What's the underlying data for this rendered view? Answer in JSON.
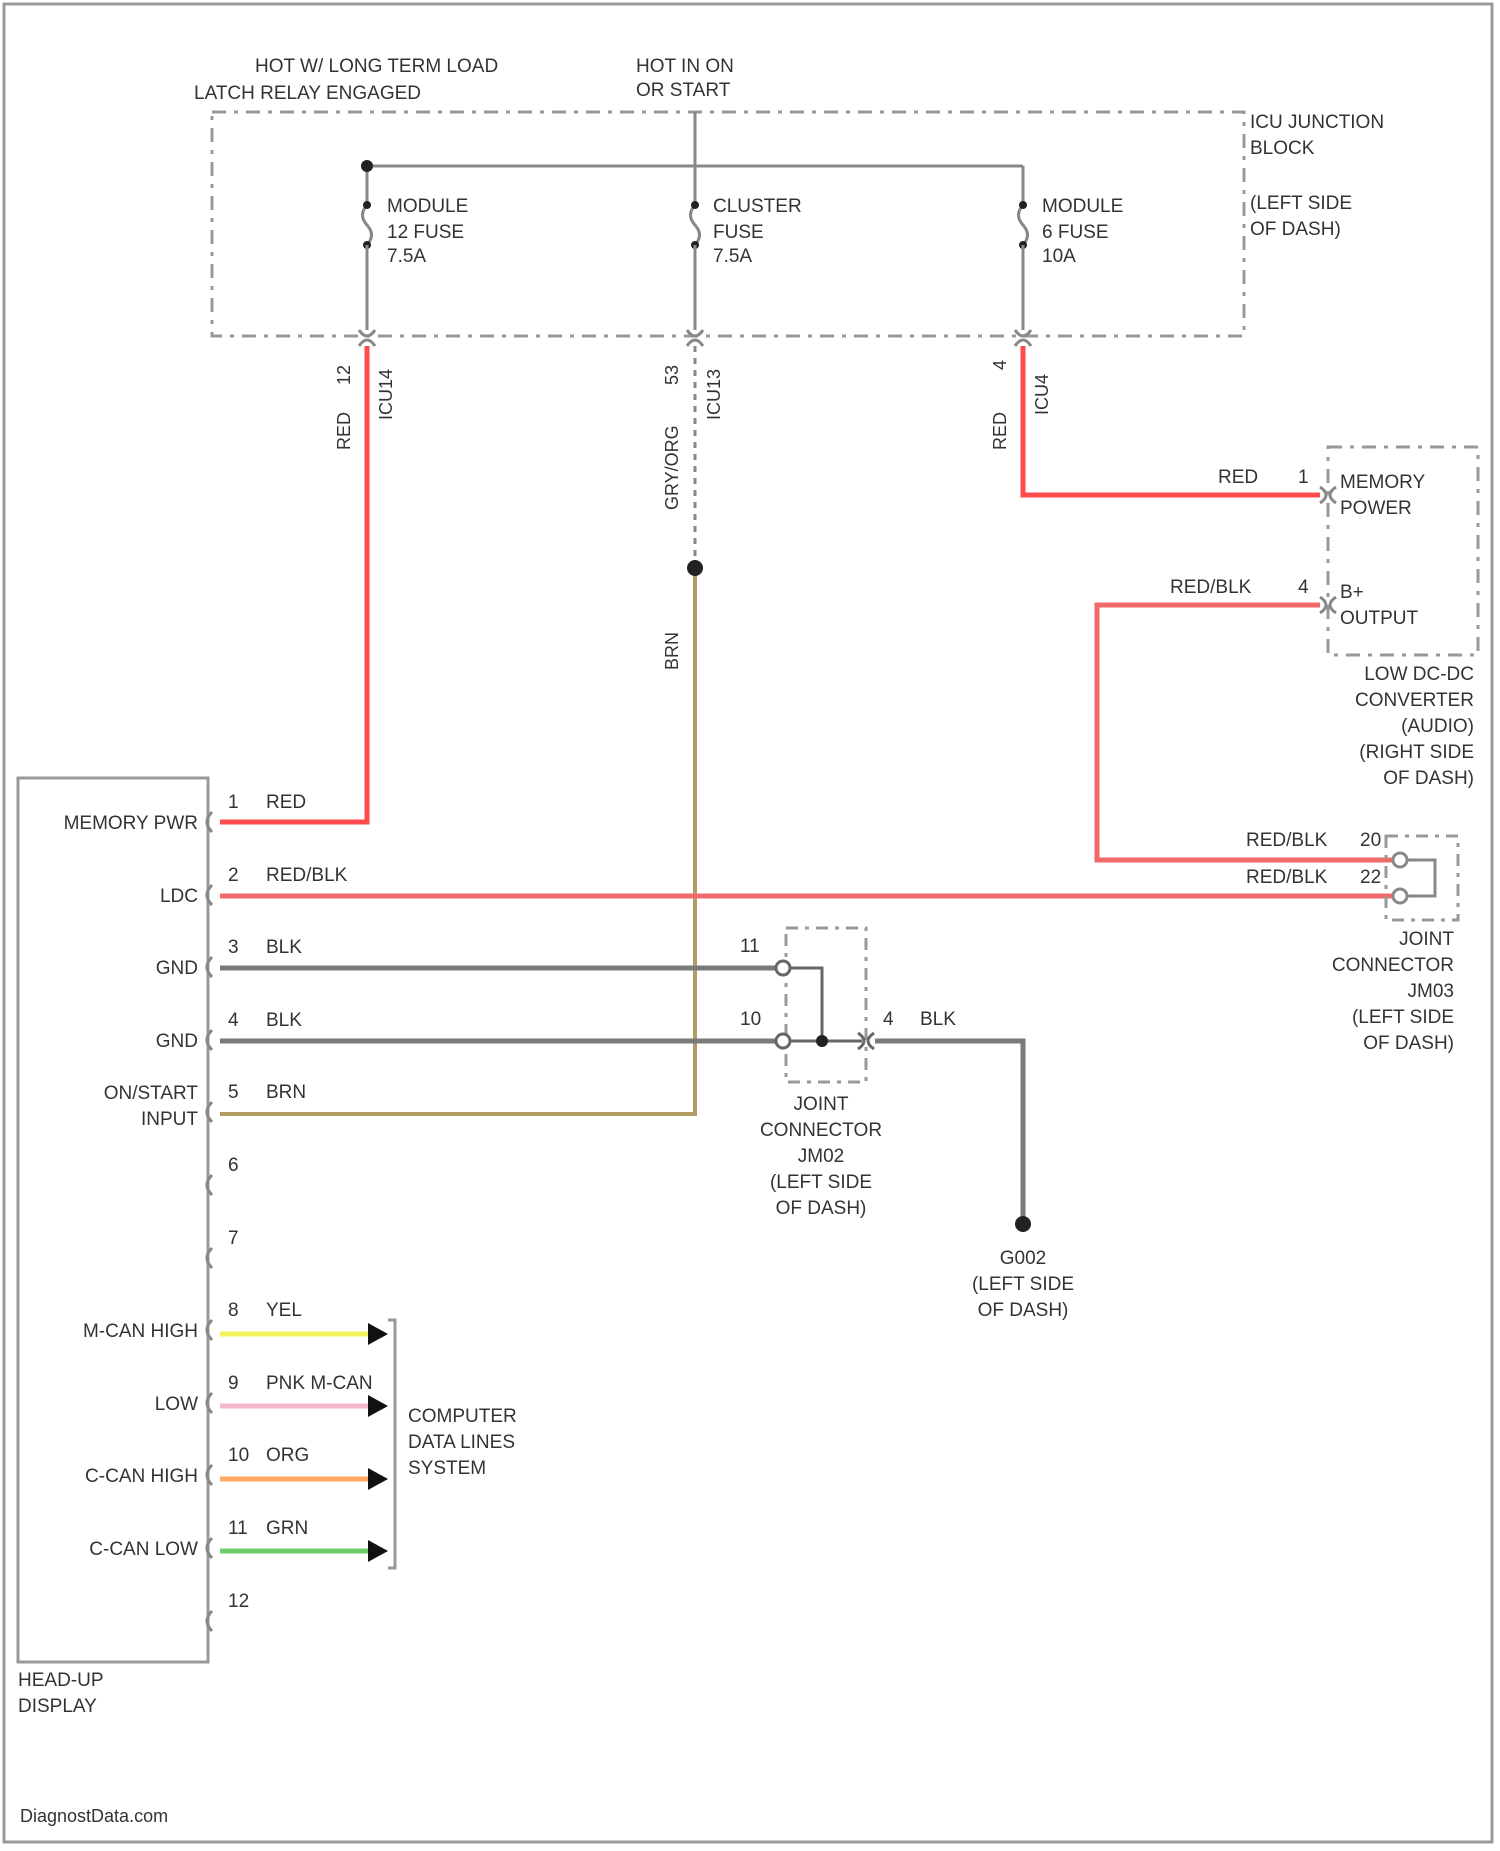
{
  "colors": {
    "red": "#ff4b4b",
    "red_blk": "#f06a6a",
    "blk": "#7a7a7a",
    "brn": "#b29c63",
    "yel": "#f3f35b",
    "pnk": "#f4b6c8",
    "org": "#ffaa60",
    "grn": "#6ccc6c",
    "box": "#888888",
    "text": "#333333"
  },
  "header": {
    "feed_left": [
      "HOT W/ LONG TERM LOAD",
      "LATCH RELAY ENGAGED"
    ],
    "feed_mid": [
      "HOT IN ON",
      "OR START"
    ]
  },
  "junction_block": {
    "title": [
      "ICU JUNCTION",
      "BLOCK"
    ],
    "location": [
      "(LEFT SIDE",
      "OF DASH)"
    ],
    "fuses": [
      {
        "lines": [
          "MODULE",
          "12 FUSE",
          "7.5A"
        ]
      },
      {
        "lines": [
          "CLUSTER",
          "FUSE",
          "7.5A"
        ]
      },
      {
        "lines": [
          "MODULE",
          "6 FUSE",
          "10A"
        ]
      }
    ],
    "outputs": [
      {
        "pin": "12",
        "connector": "ICU14",
        "wire": "RED"
      },
      {
        "pin": "53",
        "connector": "ICU13",
        "wire": "GRY/ORG"
      },
      {
        "pin": "4",
        "connector": "ICU4",
        "wire": "RED"
      }
    ]
  },
  "brn_label": "BRN",
  "converter": {
    "pins": [
      {
        "wire": "RED",
        "pin": "1",
        "lines": [
          "MEMORY",
          "POWER"
        ]
      },
      {
        "wire": "RED/BLK",
        "pin": "4",
        "lines": [
          "B+",
          "OUTPUT"
        ]
      }
    ],
    "name": [
      "LOW DC-DC",
      "CONVERTER",
      "(AUDIO)",
      "(RIGHT SIDE",
      "OF DASH)"
    ]
  },
  "joint_right": {
    "pins": [
      {
        "wire": "RED/BLK",
        "pin": "20"
      },
      {
        "wire": "RED/BLK",
        "pin": "22"
      }
    ],
    "name": [
      "JOINT",
      "CONNECTOR",
      "JM03",
      "(LEFT SIDE",
      "OF DASH)"
    ]
  },
  "joint_mid": {
    "pins": [
      {
        "pin": "11"
      },
      {
        "pin": "10"
      },
      {
        "pin": "4",
        "wire": "BLK"
      }
    ],
    "name": [
      "JOINT",
      "CONNECTOR",
      "JM02",
      "(LEFT SIDE",
      "OF DASH)"
    ]
  },
  "ground": {
    "name": [
      "G002",
      "(LEFT SIDE",
      "OF DASH)"
    ]
  },
  "hud": {
    "name": [
      "HEAD-UP",
      "DISPLAY"
    ],
    "pins": [
      {
        "num": "1",
        "label": [
          "MEMORY PWR"
        ],
        "wire": "RED"
      },
      {
        "num": "2",
        "label": [
          "LDC"
        ],
        "wire": "RED/BLK"
      },
      {
        "num": "3",
        "label": [
          "GND"
        ],
        "wire": "BLK"
      },
      {
        "num": "4",
        "label": [
          "GND"
        ],
        "wire": "BLK"
      },
      {
        "num": "5",
        "label": [
          "ON/START",
          "INPUT"
        ],
        "wire": "BRN"
      },
      {
        "num": "6",
        "label": [
          ""
        ],
        "wire": ""
      },
      {
        "num": "7",
        "label": [
          ""
        ],
        "wire": ""
      },
      {
        "num": "8",
        "label": [
          "M-CAN HIGH"
        ],
        "wire": "YEL"
      },
      {
        "num": "9",
        "label": [
          "LOW"
        ],
        "wire": "PNK M-CAN"
      },
      {
        "num": "10",
        "label": [
          "C-CAN HIGH"
        ],
        "wire": "ORG"
      },
      {
        "num": "11",
        "label": [
          "C-CAN LOW"
        ],
        "wire": "GRN"
      },
      {
        "num": "12",
        "label": [
          ""
        ],
        "wire": ""
      }
    ]
  },
  "data_system": [
    "COMPUTER",
    "DATA LINES",
    "SYSTEM"
  ],
  "watermark": "DiagnostData.com"
}
